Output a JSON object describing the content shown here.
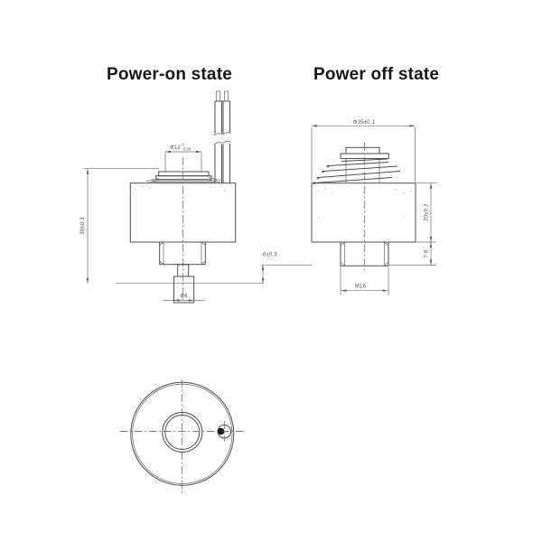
{
  "titles": {
    "power_on": "Power-on state",
    "power_off": "Power off state"
  },
  "left_view": {
    "dims": {
      "plunger_diameter": {
        "base": "Φ12",
        "tol_upper": "0",
        "tol_lower": "-0.05"
      },
      "overall_height": "39±0.3",
      "stroke": "6±0.3",
      "tip_diameter": "Φ6"
    }
  },
  "right_view": {
    "dims": {
      "body_diameter": "Φ35±0.1",
      "body_height": "20±0.2",
      "hex_height": "7.8",
      "thread": "M16"
    }
  },
  "colors": {
    "line": "#4d4d4d",
    "dim_line": "#6b6b6b",
    "dim_text": "#4f4f4f",
    "title_text": "#161616",
    "background": "#ffffff"
  }
}
